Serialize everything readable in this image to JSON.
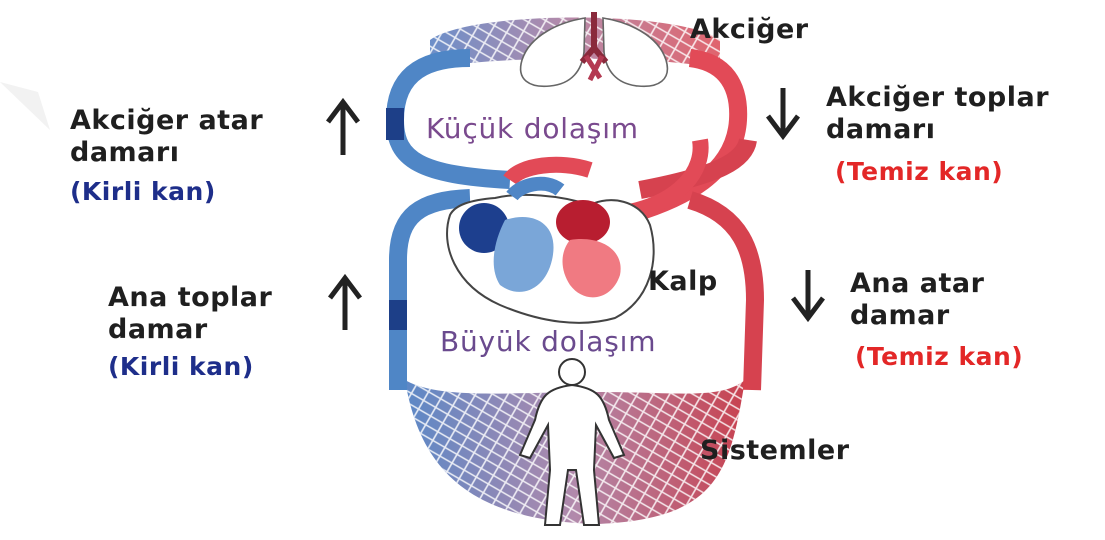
{
  "diagram": {
    "labels": {
      "lungs": "Akciğer",
      "pulmonary_artery_line1": "Akciğer atar",
      "pulmonary_artery_line2": "damarı",
      "pulmonary_artery_blood": "(Kirli kan)",
      "pulmonary_vein_line1": "Akciğer toplar",
      "pulmonary_vein_line2": "damarı",
      "pulmonary_vein_blood": "(Temiz kan)",
      "small_circulation": "Küçük dolaşım",
      "heart": "Kalp",
      "large_circulation": "Büyük dolaşım",
      "vena_cava_line1": "Ana toplar",
      "vena_cava_line2": "damar",
      "vena_cava_blood": "(Kirli kan)",
      "aorta_line1": "Ana atar",
      "aorta_line2": "damar",
      "aorta_blood": "(Temiz kan)",
      "systems": "Sistemler"
    },
    "arrows": {
      "pulmonary_artery": "up",
      "pulmonary_vein": "down",
      "vena_cava": "up",
      "aorta": "down"
    },
    "colors": {
      "oxygenated": "#e84a55",
      "deoxygenated": "#4a7fc0",
      "dirty_blood_text": "#1e2e8a",
      "clean_blood_text": "#e32727",
      "label_text": "#1f1f1f"
    }
  }
}
